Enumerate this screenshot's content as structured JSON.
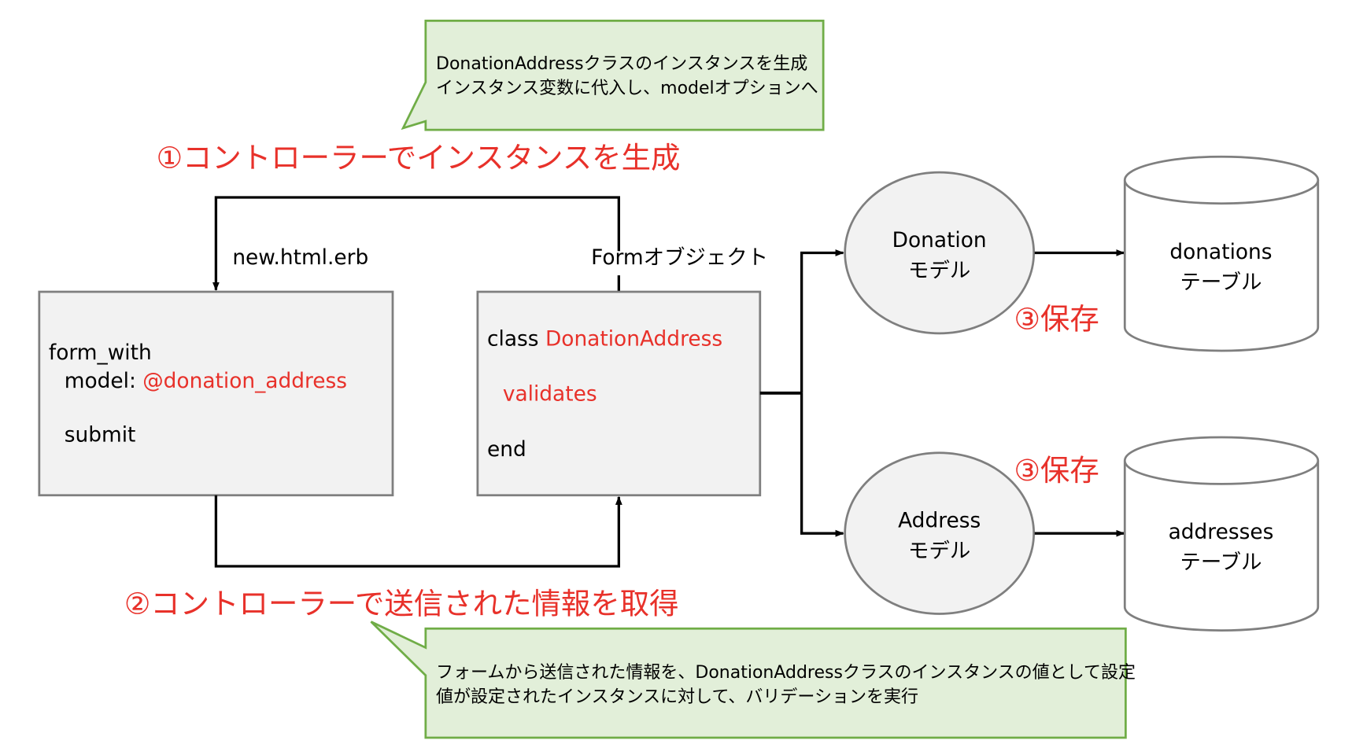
{
  "colors": {
    "accent_red": "#e8312a",
    "callout_fill": "#e2efd9",
    "callout_border": "#70ad47",
    "box_fill": "#f2f2f2",
    "box_border": "#7f7f7f"
  },
  "callout_top": {
    "lines": [
      "DonationAddressクラスのインスタンスを生成",
      "インスタンス変数に代入し、modelオプションへ"
    ]
  },
  "step1_title": "①コントローラーでインスタンスを生成",
  "step2_title": "②コントローラーで送信された情報を取得",
  "label_view": "new.html.erb",
  "label_form_object": "Formオブジェクト",
  "view_box": {
    "line1": "form_with",
    "line2_prefix": "model:",
    "line2_value": "@donation_address",
    "line3": "submit"
  },
  "form_box": {
    "line1_prefix": "class",
    "line1_value": "DonationAddress",
    "line2": "validates",
    "line3": "end"
  },
  "models": [
    {
      "name": "Donation",
      "sub": "モデル"
    },
    {
      "name": "Address",
      "sub": "モデル"
    }
  ],
  "save_label": "③保存",
  "tables": [
    {
      "name": "donations",
      "sub": "テーブル"
    },
    {
      "name": "addresses",
      "sub": "テーブル"
    }
  ],
  "callout_bottom": {
    "lines": [
      "フォームから送信された情報を、DonationAddressクラスのインスタンスの値として設定",
      "値が設定されたインスタンスに対して、バリデーションを実行"
    ]
  }
}
